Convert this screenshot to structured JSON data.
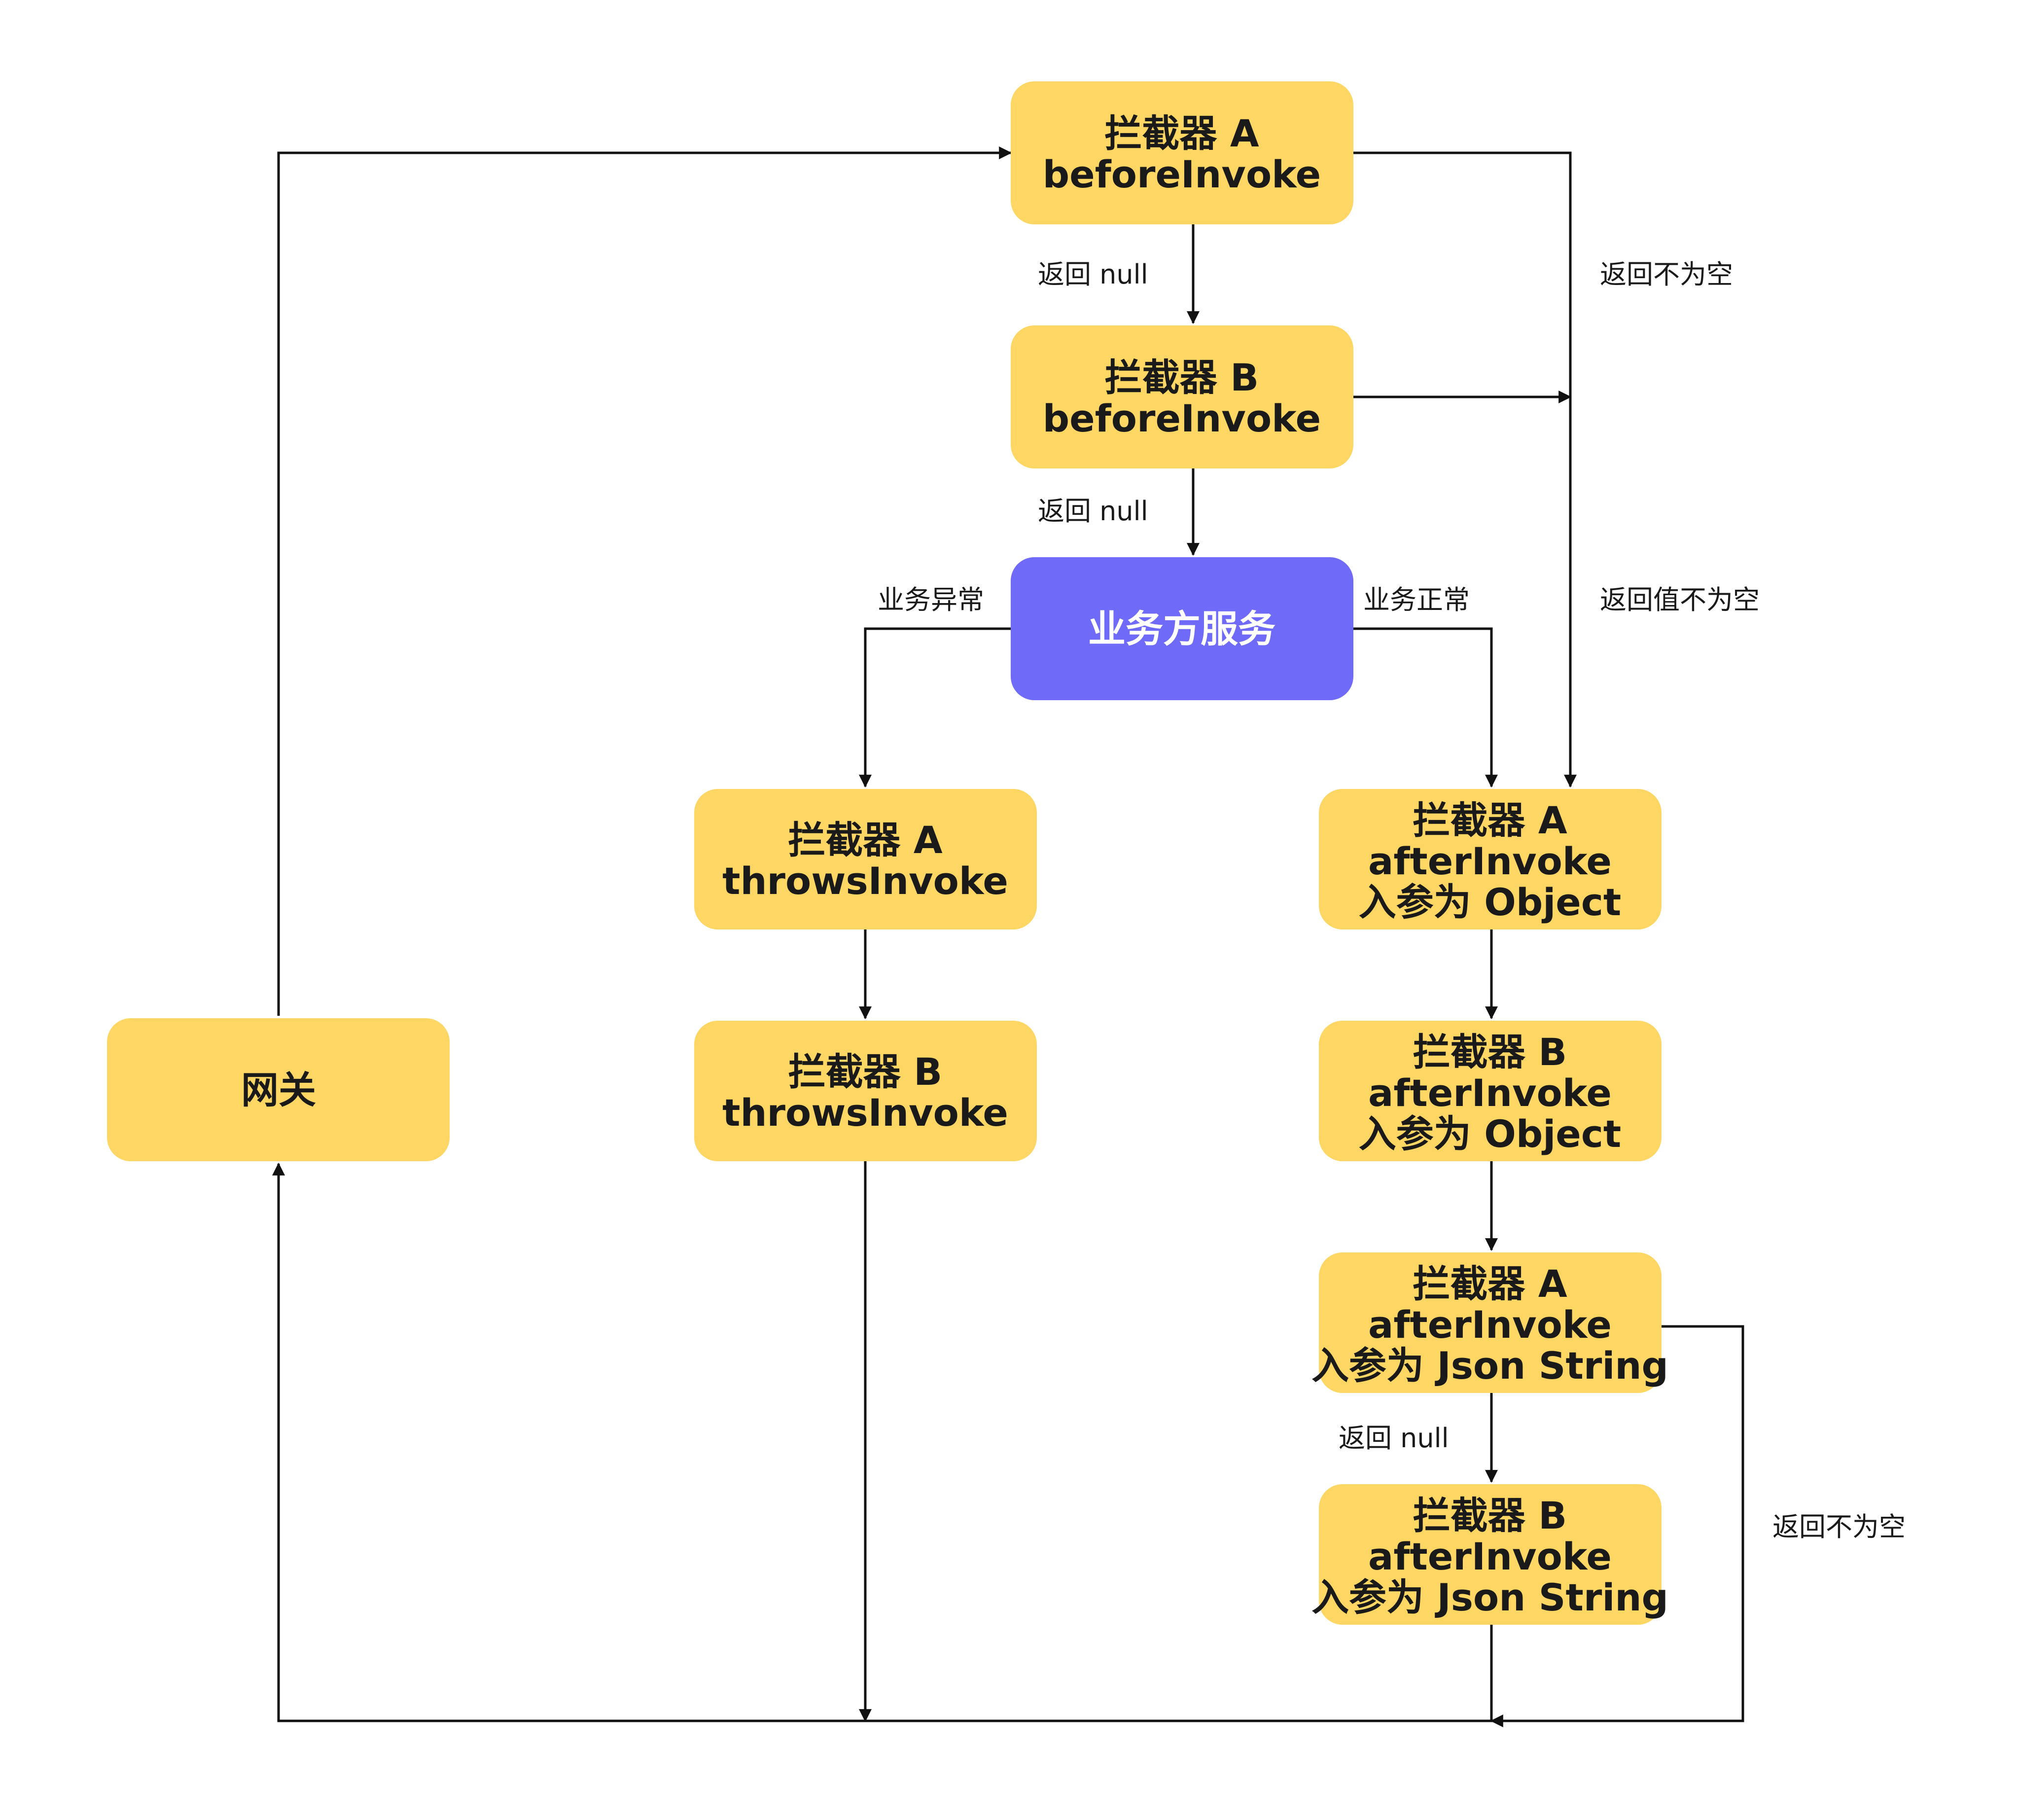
{
  "colors": {
    "node_fill": "#FDD663",
    "service_fill": "#6F6AF8",
    "line": "#111111"
  },
  "nodes": {
    "a_before": {
      "line1": "拦截器 A",
      "line2": "beforeInvoke"
    },
    "b_before": {
      "line1": "拦截器 B",
      "line2": "beforeInvoke"
    },
    "service": {
      "label": "业务方服务"
    },
    "a_throws": {
      "line1": "拦截器 A",
      "line2": "throwsInvoke"
    },
    "b_throws": {
      "line1": "拦截器 B",
      "line2": "throwsInvoke"
    },
    "a_after_obj": {
      "line1": "拦截器 A",
      "line2": "afterInvoke",
      "line3": "入参为 Object"
    },
    "b_after_obj": {
      "line1": "拦截器 B",
      "line2": "afterInvoke",
      "line3": "入参为 Object"
    },
    "a_after_json": {
      "line1": "拦截器 A",
      "line2": "afterInvoke",
      "line3": "入参为 Json String"
    },
    "b_after_json": {
      "line1": "拦截器 B",
      "line2": "afterInvoke",
      "line3": "入参为 Json String"
    },
    "gateway": {
      "label": "网关"
    }
  },
  "edge_labels": {
    "a_return_null": "返回 null",
    "b_return_null": "返回 null",
    "a_return_not_empty": "返回不为空",
    "return_value_not_empty": "返回值不为空",
    "business_exception": "业务异常",
    "business_normal": "业务正常",
    "json_a_return_null": "返回 null",
    "json_a_return_not_empty": "返回不为空"
  }
}
